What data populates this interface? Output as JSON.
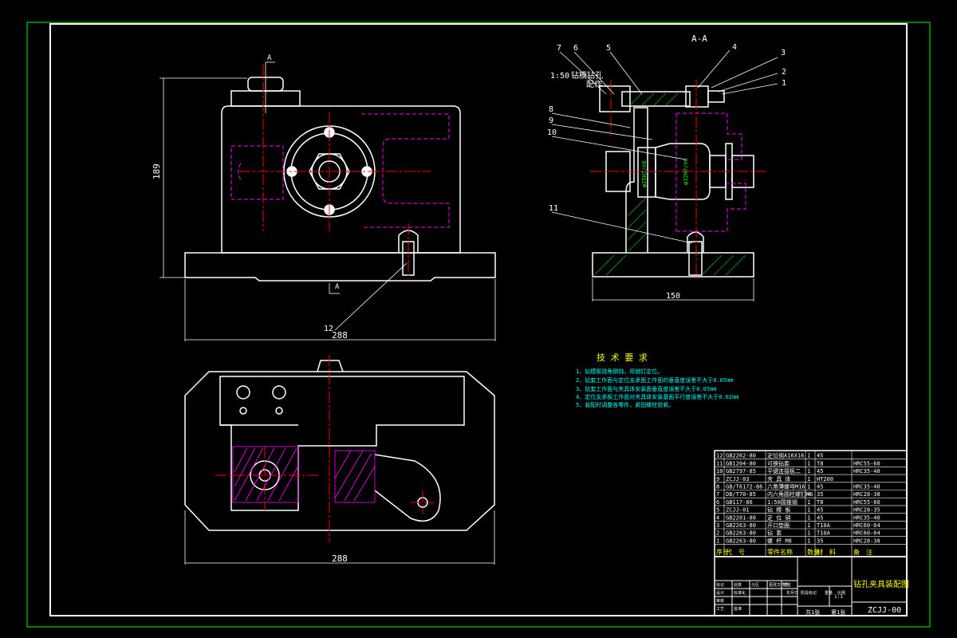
{
  "colors": {
    "background": "#000000",
    "outline": "#ffffff",
    "border_green": "#00ff00",
    "centerline": "#ff0000",
    "hidden": "#ff00ff",
    "hatch": "#ff00ff",
    "dimension": "#00ff00",
    "text_yellow": "#ffff00",
    "text_cyan": "#00ffff",
    "hatch_green": "#00aa00"
  },
  "front_view": {
    "section_mark_top": "A",
    "section_mark_bottom": "A",
    "dim_height": "189",
    "dim_width": "288",
    "part_callout": "12"
  },
  "top_view": {
    "dim_width": "288"
  },
  "section_view": {
    "title": "A-A",
    "dim_width": "150",
    "note_label": "1:50",
    "note_text_1": "钻模钻孔",
    "note_text_2": "配作",
    "fit_1": "φ25H7/n6",
    "fit_2": "φ32H7/n6",
    "callouts": [
      "1",
      "2",
      "3",
      "4",
      "5",
      "6",
      "7",
      "8",
      "9",
      "10",
      "11"
    ]
  },
  "tech_requirements": {
    "title": "技 术 要 求",
    "items": [
      "1、钻模板锐角倒钝，用销钉定位。",
      "2、钻套工作面与定位支承面工作面的垂直度误差不大于0.05mm",
      "3、钻套工作面与夹具体安装面垂直度误差不大于0.05mm",
      "4、定位支承板工作面对夹具体安装基面平行度误差不大于0.02mm",
      "5、装配时调整各零件，紧固螺栓锁紧。"
    ]
  },
  "parts_list": {
    "rows": [
      [
        "12",
        "GB2262-80",
        "定位销A16X16",
        "1",
        "45",
        ""
      ],
      [
        "11",
        "GB1204-80",
        "可换钻套",
        "1",
        "T8",
        "HRC55-60"
      ],
      [
        "10",
        "GB2797-85",
        "平键连接板二",
        "1",
        "45",
        "HRC35-40"
      ],
      [
        "9",
        "ZCJJ-03",
        "夹 具 体",
        "1",
        "HT200",
        ""
      ],
      [
        "8",
        "GB/T6172-86",
        "六角薄螺母M16",
        "1",
        "45",
        "HRC35-40"
      ],
      [
        "7",
        "DB/T70-85",
        "内六角圆柱螺钉M6",
        "4",
        "35",
        "HRC28-38"
      ],
      [
        "6",
        "GB117-86",
        "1:50圆锥销",
        "1",
        "T8",
        "HRC55-60"
      ],
      [
        "5",
        "ZCJJ-01",
        "钻 模 板",
        "1",
        "45",
        "HRC28-35"
      ],
      [
        "4",
        "GB2201-80",
        "定 位 销",
        "1",
        "45",
        "HRC35-40"
      ],
      [
        "3",
        "GB2263-80",
        "开口垫圈",
        "1",
        "T10A",
        "HRC60-64"
      ],
      [
        "2",
        "GB2263-80",
        "钻 套",
        "1",
        "T10A",
        "HRC60-64"
      ],
      [
        "1",
        "GB2263-80",
        "螺 杆 M8",
        "1",
        "35",
        "HRC28-38"
      ]
    ],
    "header": [
      "序号",
      "代　号",
      "零件名称",
      "数量",
      "材　料",
      "备　注"
    ]
  },
  "title_block": {
    "drawing_title": "钻孔夹具装配图",
    "drawing_number": "ZCJJ-00",
    "scale": "1:1",
    "sheet_total": "共1张",
    "sheet_no": "第1张",
    "labels": [
      "标记",
      "处数",
      "分区",
      "更改文件号",
      "签名",
      "年月日",
      "设计",
      "标准化",
      "审核",
      "工艺",
      "批准",
      "阶段标记",
      "重量",
      "比例"
    ]
  }
}
